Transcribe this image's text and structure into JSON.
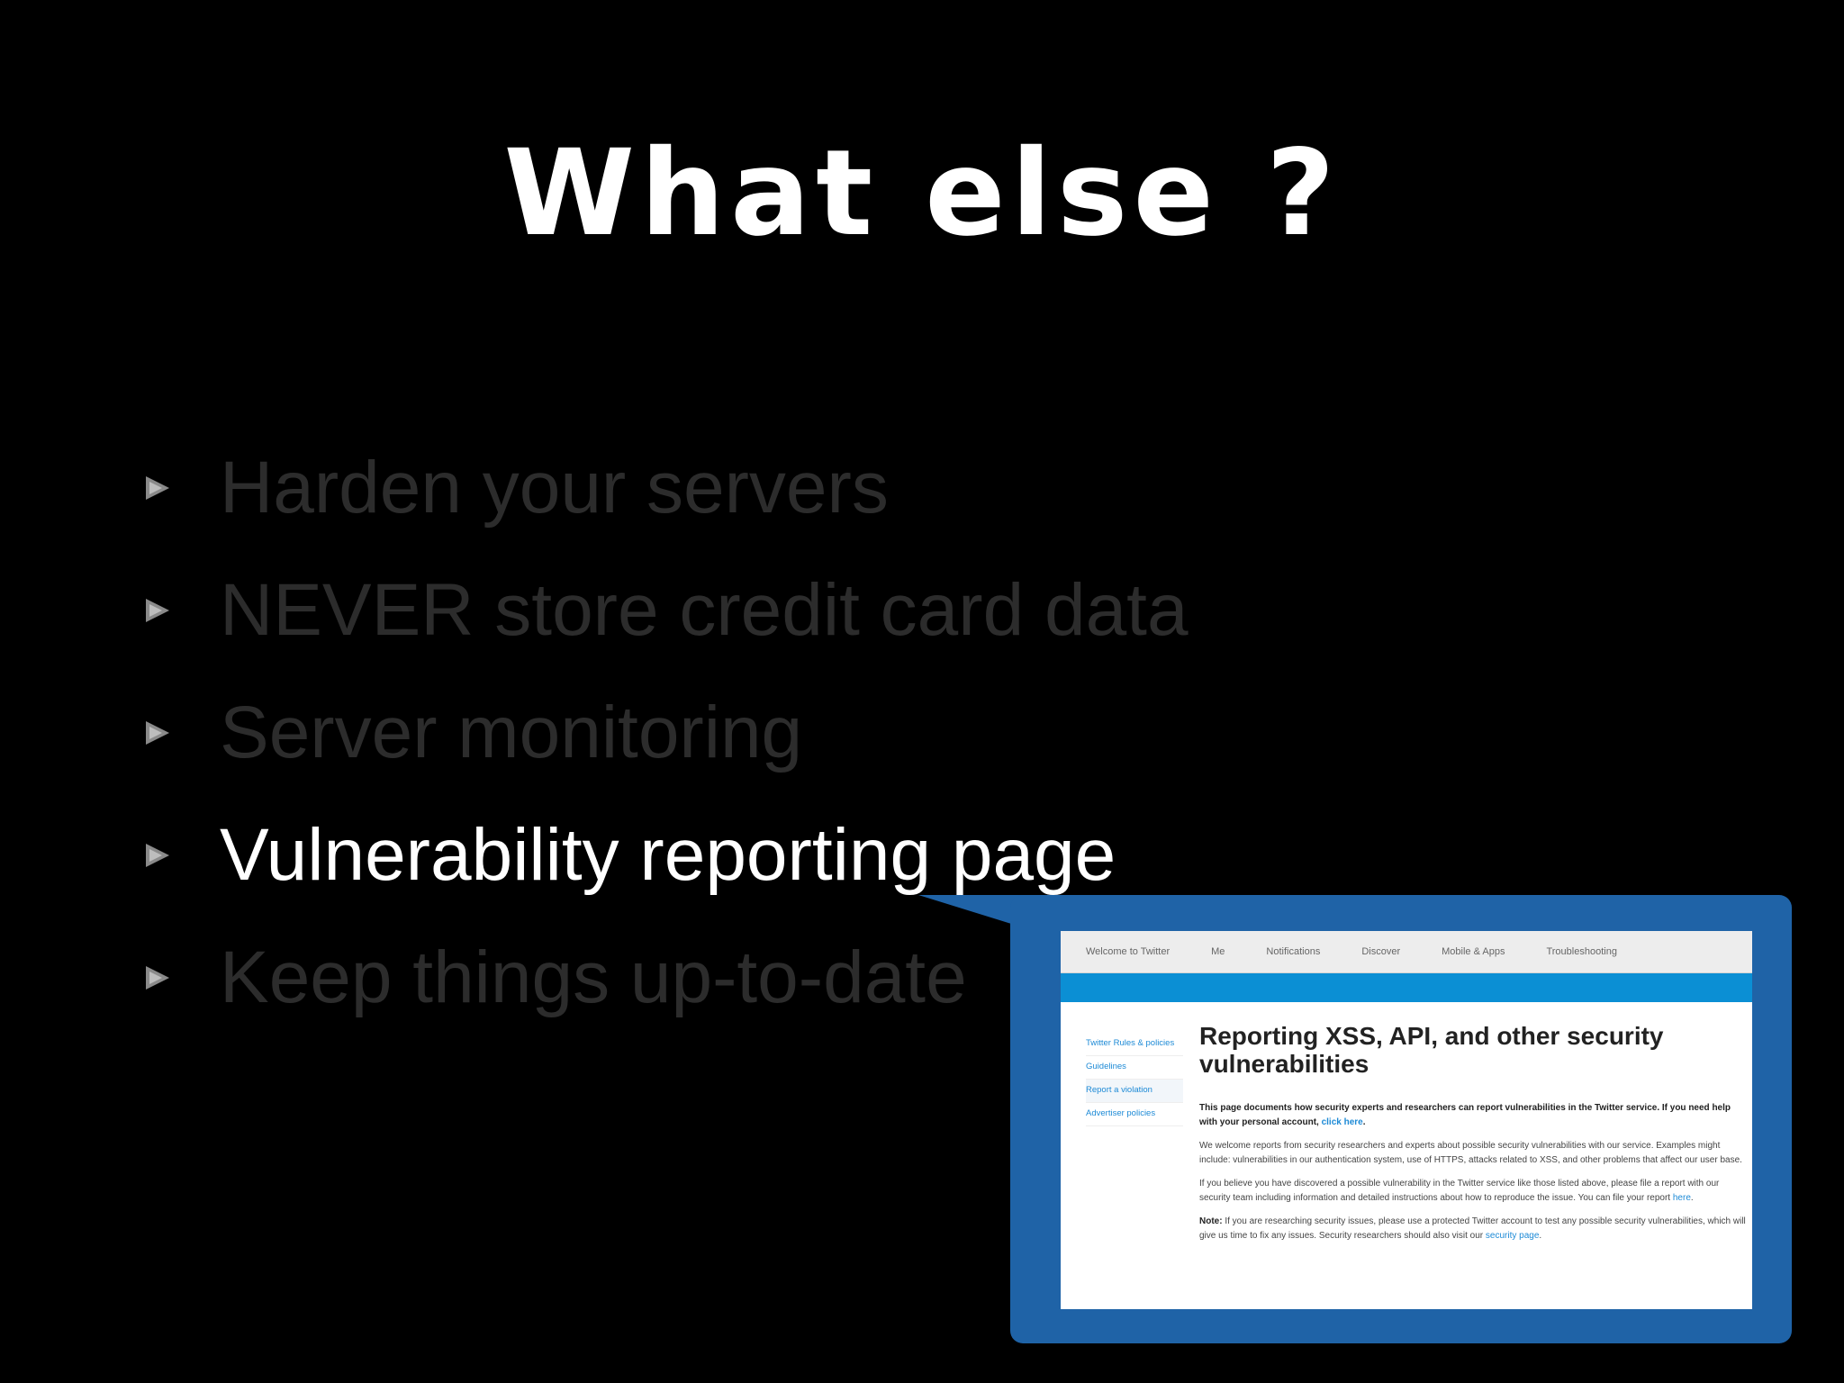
{
  "slide": {
    "title": "What else ?",
    "bullets": [
      {
        "text": "Harden your servers",
        "highlighted": false
      },
      {
        "text": "NEVER store credit card data",
        "highlighted": false
      },
      {
        "text": "Server monitoring",
        "highlighted": false
      },
      {
        "text": "Vulnerability reporting page",
        "highlighted": true
      },
      {
        "text": "Keep things up-to-date",
        "highlighted": false
      }
    ]
  },
  "screenshot": {
    "nav": [
      "Welcome to Twitter",
      "Me",
      "Notifications",
      "Discover",
      "Mobile & Apps",
      "Troubleshooting"
    ],
    "sidebar": [
      "Twitter Rules & policies",
      "Guidelines",
      "Report a violation",
      "Advertiser policies"
    ],
    "heading": "Reporting XSS, API, and other security vulnerabilities",
    "lead_text": "This page documents how security experts and researchers can report vulnerabilities in the Twitter service. If you need help with your personal account,",
    "lead_link": "click here",
    "para1": "We welcome reports from security researchers and experts about possible security vulnerabilities with our service. Examples might include: vulnerabilities in our authentication system, use of HTTPS, attacks related to XSS, and other problems that affect our user base.",
    "para2_text": "If you believe you have discovered a possible vulnerability in the Twitter service like those listed above, please file a report with our security team including information and detailed instructions about how to reproduce the issue. You can file your report",
    "para2_link": "here",
    "note_label": "Note:",
    "note_text": "If you are researching security issues, please use a protected Twitter account to test any possible security vulnerabilities, which will give us time to fix any issues. Security researchers should also visit our",
    "note_link": "security page"
  },
  "colors": {
    "background": "#000000",
    "active_text": "#ffffff",
    "dim_text": "#2c2c2c",
    "callout": "#1f63a7",
    "banner": "#0b8fd4",
    "link": "#1d8ad6"
  }
}
